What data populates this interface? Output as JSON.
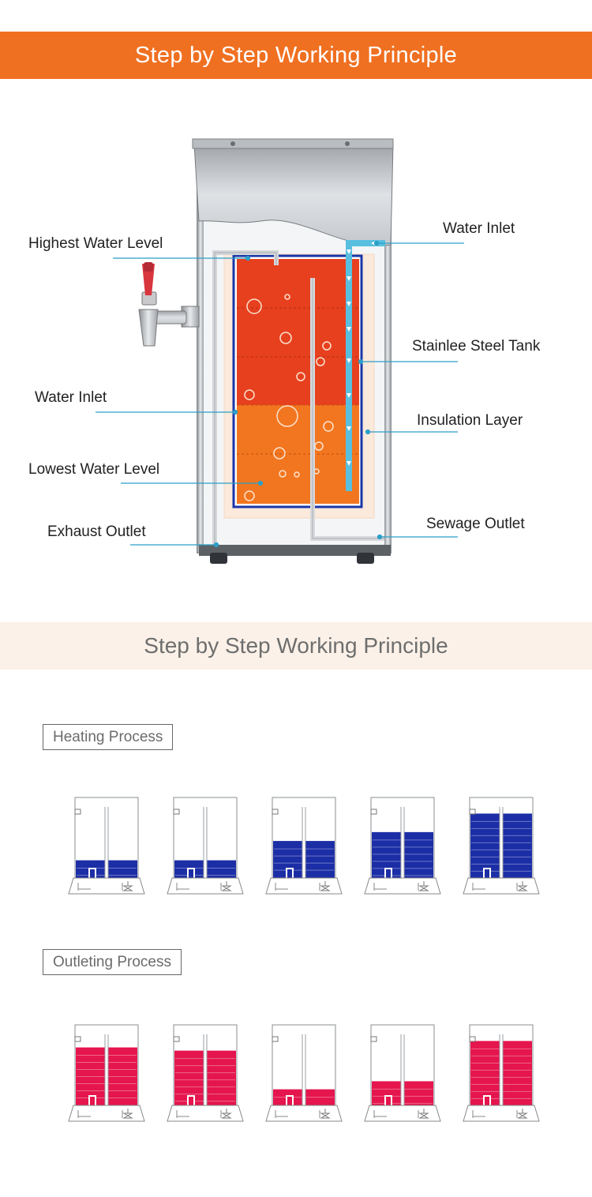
{
  "header": {
    "title": "Step by Step Working Principle"
  },
  "diagram": {
    "labels_left": {
      "highest_water_level": "Highest Water Level",
      "water_inlet": "Water Inlet",
      "lowest_water_level": "Lowest Water Level",
      "exhaust_outlet": "Exhaust Outlet"
    },
    "labels_right": {
      "water_inlet": "Water Inlet",
      "stainless_steel_tank": "Stainlee Steel Tank",
      "insulation_layer": "Insulation Layer",
      "sewage_outlet": "Sewage Outlet"
    },
    "colors": {
      "hot_water": "#e7401f",
      "warm_water": "#f2761f",
      "inlet_pipe": "#58bfdf",
      "leader_line": "#2a9fc8",
      "tank_border": "#1a36a8"
    }
  },
  "section2": {
    "title": "Step by Step Working Principle"
  },
  "heating": {
    "label": "Heating Process",
    "color": "#1c2ea6",
    "levels": [
      0.22,
      0.22,
      0.46,
      0.57,
      0.8
    ]
  },
  "outleting": {
    "label": "Outleting Process",
    "color": "#e5154d",
    "levels": [
      0.72,
      0.68,
      0.2,
      0.3,
      0.8
    ]
  }
}
